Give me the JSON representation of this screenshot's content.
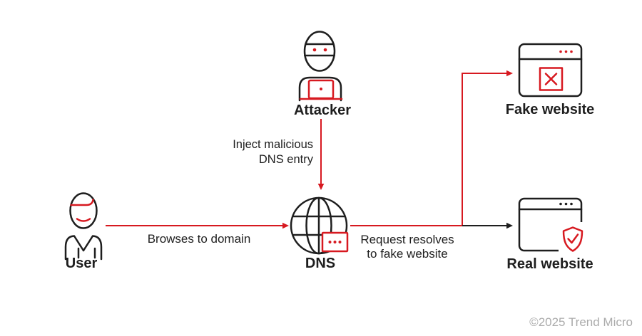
{
  "colors": {
    "red": "#d71920",
    "ink": "#1e1e1e",
    "gray": "#ababab"
  },
  "nodes": {
    "attacker": {
      "label": "Attacker",
      "icon": "masked-attacker-laptop-icon"
    },
    "user": {
      "label": "User",
      "icon": "person-icon"
    },
    "dns": {
      "label": "DNS",
      "icon": "globe-dns-record-icon"
    },
    "fake_website": {
      "label": "Fake website",
      "icon": "browser-window-error-x-icon"
    },
    "real_website": {
      "label": "Real website",
      "icon": "browser-window-shield-check-icon"
    }
  },
  "edges": {
    "browses": {
      "label": "Browses to domain"
    },
    "inject": {
      "lines": [
        "Inject malicious",
        "DNS entry"
      ]
    },
    "request": {
      "lines": [
        "Request resolves",
        "to fake website"
      ]
    }
  },
  "footer": {
    "copyright": "©2025 Trend Micro"
  }
}
